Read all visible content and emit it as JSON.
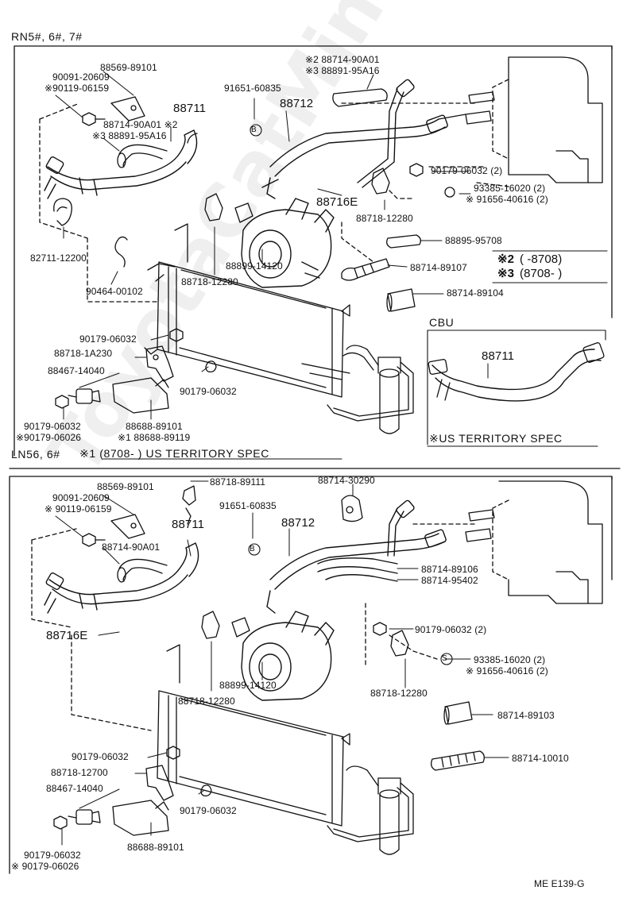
{
  "watermark": "ToyotaCatMine.ru",
  "footer": {
    "code": "ME  E139-G"
  },
  "top": {
    "header": "RN5#, 6#, 7#",
    "labels": {
      "p88569": "88569-89101",
      "p90091": "90091-20609",
      "p90119": "※90119-06159",
      "p88711": "88711",
      "p88714_90A01": "88714-90A01 ※2",
      "p88891": "※3 88891-95A16",
      "p91651": "91651-60835",
      "p88712": "88712",
      "note2": "※2 88714-90A01",
      "note3": "※3 88891-95A16",
      "p90179_2": "90179-06032 (2)",
      "p93385": "93385-16020 (2)",
      "p91656": "※ 91656-40616 (2)",
      "p88716E": "88716E",
      "p88718_a": "88718-12280",
      "p88895": "88895-95708",
      "p88714_89107": "88714-89107",
      "p88714_89104": "88714-89104",
      "p82711": "82711-12200",
      "p88899": "88899-14120",
      "p88718_b": "88718-12280",
      "p90464": "90464-00102",
      "p90179_a": "90179-06032",
      "p88718_1A230": "88718-1A230",
      "p88467": "88467-14040",
      "p90179_b": "90179-06032",
      "p90179_c": "90179-06032",
      "p90179_d": "※90179-06026",
      "p88688": "88688-89101",
      "p88688_us": "※1 88688-89119",
      "range2_mark": "※2",
      "range2_val": "(      -8708)",
      "range3_mark": "※3",
      "range3_val": "(8708-         )",
      "cbu": "CBU",
      "cbu_part": "88711",
      "us_spec": "※US TERRITORY SPEC",
      "s_marker": "B"
    }
  },
  "bottom": {
    "header": "LN56, 6#",
    "header_note": "※1 (8708-        ) US TERRITORY SPEC",
    "labels": {
      "p88569": "88569-89101",
      "p90091": "90091-20609",
      "p90119": "※ 90119-06159",
      "p88718_89111": "88718-89111",
      "p88714_30290": "88714-30290",
      "p91651": "91651-60835",
      "p88711": "88711",
      "p88712": "88712",
      "p88714_90A01": "88714-90A01",
      "p88714_89106": "88714-89106",
      "p88714_95402": "88714-95402",
      "p88716E": "88716E",
      "p90179_2": "90179-06032 (2)",
      "p93385": "93385-16020 (2)",
      "p91656": "※ 91656-40616 (2)",
      "p88718_a": "88718-12280",
      "p88899": "88899-14120",
      "p88718_b": "88718-12280",
      "p88714_89103": "88714-89103",
      "p88714_10010": "88714-10010",
      "p90179_a": "90179-06032",
      "p88718_12700": "88718-12700",
      "p88467": "88467-14040",
      "p90179_b": "90179-06032",
      "p88688": "88688-89101",
      "p90179_c": "90179-06032",
      "p90179_d": "※ 90179-06026",
      "s_marker": "B",
      "s_marker2": "S"
    }
  }
}
